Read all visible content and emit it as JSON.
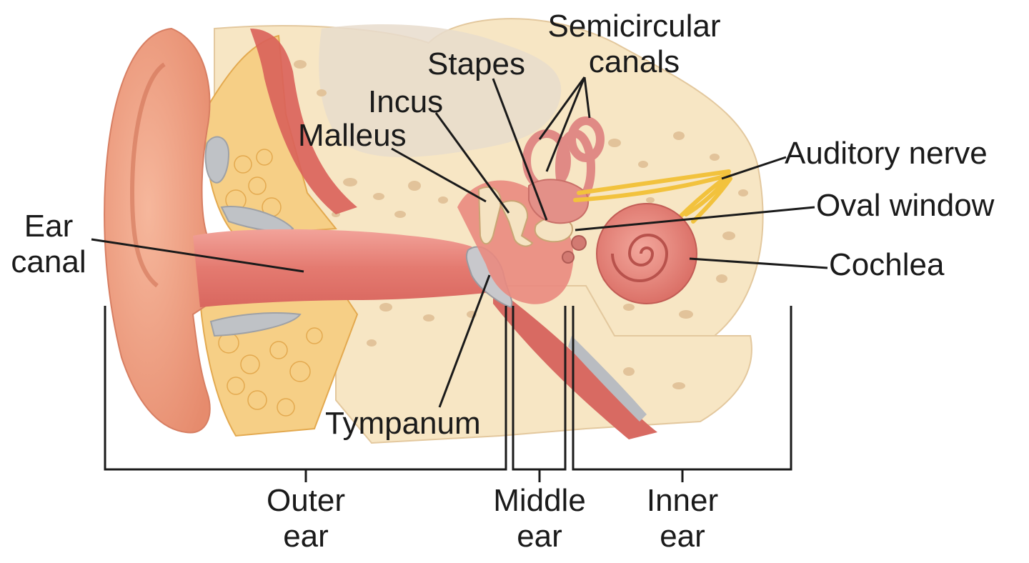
{
  "colors": {
    "skin": "#f0a283",
    "skin_shade": "#e58a6e",
    "canal": "#e98278",
    "canal_light": "#f4aaa0",
    "bone": "#f7e7c7",
    "bone_pore": "#e7c9a3",
    "fat": "#f6cf86",
    "fat_line": "#e8ae56",
    "cartilage": "#b9bcc1",
    "nerve": "#f2c23d",
    "muscle": "#d95a50",
    "ink": "#1a1a1a"
  },
  "labels": {
    "semicircular": [
      "Semicircular",
      "canals"
    ],
    "stapes": "Stapes",
    "incus": "Incus",
    "malleus": "Malleus",
    "auditory_nerve": "Auditory nerve",
    "oval_window": "Oval window",
    "cochlea": "Cochlea",
    "ear_canal": [
      "Ear",
      "canal"
    ],
    "tympanum": "Tympanum",
    "outer_ear": [
      "Outer",
      "ear"
    ],
    "middle_ear": [
      "Middle",
      "ear"
    ],
    "inner_ear": [
      "Inner",
      "ear"
    ]
  }
}
